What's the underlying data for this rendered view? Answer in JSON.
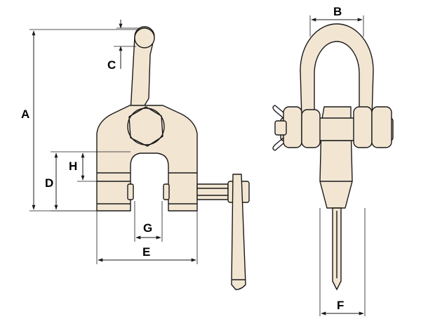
{
  "labels": {
    "A": "A",
    "B": "B",
    "C": "C",
    "D": "D",
    "E": "E",
    "F": "F",
    "G": "G",
    "H": "H"
  },
  "colors": {
    "fill": "#f2e6d3",
    "stroke": "#1a1a1a",
    "background": "#ffffff"
  }
}
